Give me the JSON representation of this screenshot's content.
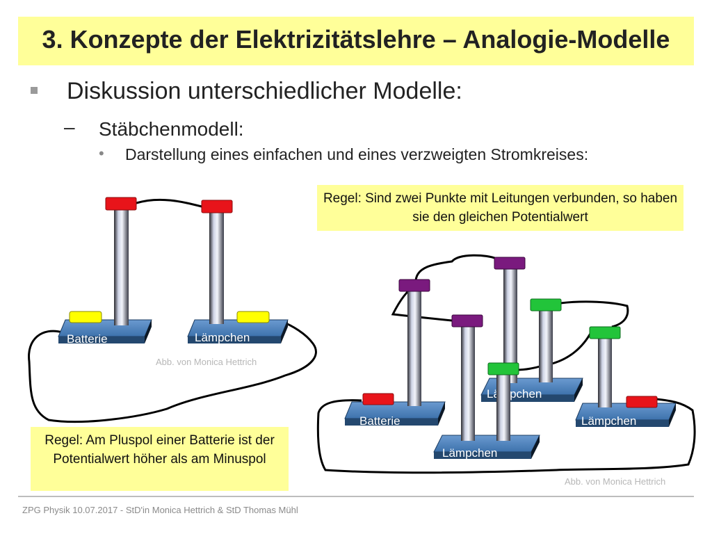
{
  "slide": {
    "title": "3. Konzepte der Elektrizitätslehre – Analogie-Modelle",
    "bullet_level1": "Diskussion unterschiedlicher Modelle:",
    "bullet_level2": "Stäbchenmodell:",
    "bullet_level3": "Darstellung eines einfachen und eines verzweigten Stromkreises:",
    "dash_glyph": "–",
    "dot_glyph": "•"
  },
  "rules": {
    "top": "Regel: Sind zwei Punkte mit Leitungen verbunden, so haben sie den gleichen Potentialwert",
    "bottom": "Regel: Am Pluspol einer Batterie ist der Potentialwert höher als am Minuspol"
  },
  "diagram_simple": {
    "labels": {
      "battery": "Batterie",
      "lamp": "Lämpchen"
    },
    "credit": "Abb. von Monica Hettrich"
  },
  "diagram_branched": {
    "labels": {
      "battery": "Batterie",
      "lamp1": "Lämpchen",
      "lamp2": "Lämpchen",
      "lamp3": "Lämpchen"
    },
    "credit": "Abb. von Monica Hettrich"
  },
  "colors": {
    "title_bg": "#ffff99",
    "red": "#e8141a",
    "yellow": "#ffff00",
    "purple": "#7a1a7e",
    "green": "#22c43a",
    "base": "#3f78b5"
  },
  "footer": "ZPG Physik 10.07.2017 - StD'in Monica Hettrich & StD Thomas Mühl"
}
